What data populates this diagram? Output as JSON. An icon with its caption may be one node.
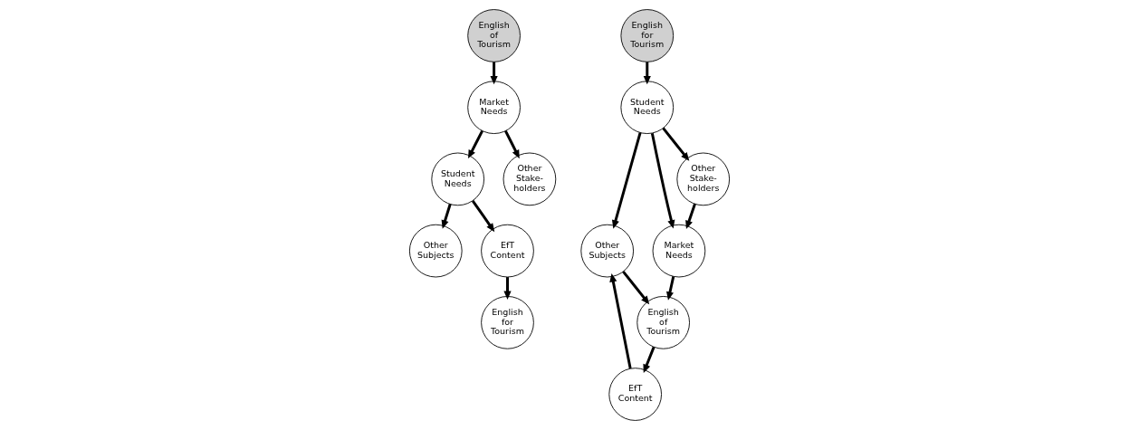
{
  "diagram": {
    "nodes": [
      {
        "text": [
          "English of Tourism"
        ]
      },
      {
        "text": [
          "Market Needs"
        ]
      },
      {
        "text": [
          "English for Tourism"
        ]
      },
      {
        "text": [
          "Other Subjects"
        ]
      },
      {
        "text": [
          "EfT Content"
        ]
      },
      {
        "text": [
          "Student Needs"
        ]
      },
      {
        "text": [
          "Other Stake- holders"
        ]
      },
      {
        "text": [
          "English for Tourism"
        ]
      },
      {
        "text": [
          "EfT Content"
        ]
      },
      {
        "text": [
          "Student Needs"
        ]
      },
      {
        "text": [
          "Other Subjects"
        ]
      },
      {
        "text": [
          "English of Tourism"
        ]
      },
      {
        "text": [
          "Market Needs"
        ]
      },
      {
        "text": [
          "Other Stake- holders"
        ]
      }
    ],
    "edges": [
      {
        "from": 0,
        "to": 1,
        "arrow": "to"
      },
      {
        "from": 1,
        "to": 5,
        "arrow": "to"
      },
      {
        "from": 1,
        "to": 6,
        "arrow": "to"
      },
      {
        "from": 5,
        "to": 3,
        "arrow": "to"
      },
      {
        "from": 5,
        "to": 4,
        "arrow": "to"
      },
      {
        "from": 4,
        "to": 2,
        "arrow": "to"
      },
      {
        "from": 7,
        "to": 9,
        "arrow": "to"
      },
      {
        "from": 8,
        "to": 10,
        "arrow": "to"
      },
      {
        "from": 9,
        "to": 10,
        "arrow": "to"
      },
      {
        "from": 9,
        "to": 12,
        "arrow": "to"
      },
      {
        "from": 9,
        "to": 13,
        "arrow": "to"
      },
      {
        "from": 10,
        "to": 11,
        "arrow": "to"
      },
      {
        "from": 11,
        "to": 8,
        "arrow": "to"
      },
      {
        "from": 13,
        "to": 12,
        "arrow": "to"
      },
      {
        "from": 12,
        "to": 11,
        "arrow": "to"
      }
    ]
  }
}
